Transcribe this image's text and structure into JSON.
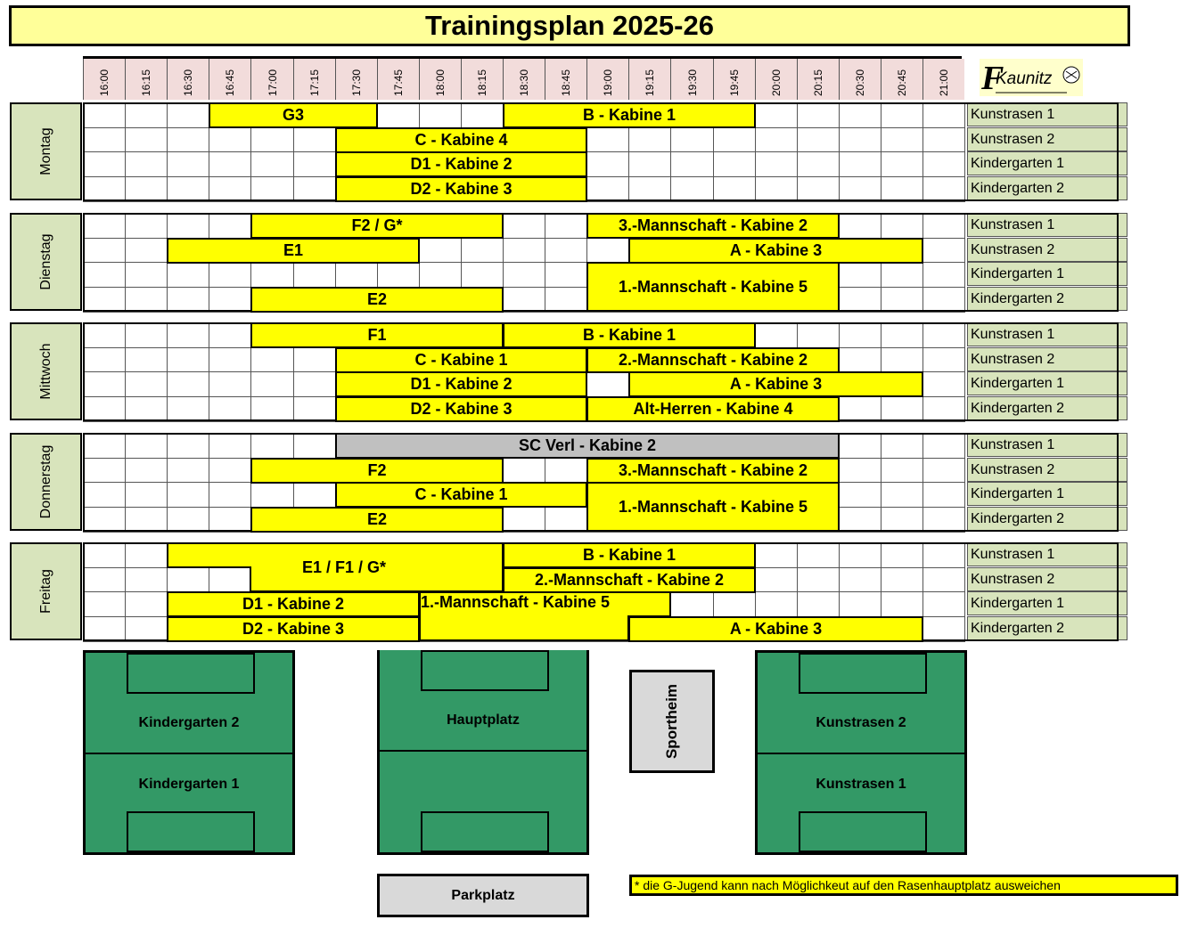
{
  "title": "Trainingsplan 2025-26",
  "times": [
    "16:00",
    "16:15",
    "16:30",
    "16:45",
    "17:00",
    "17:15",
    "17:30",
    "17:45",
    "18:00",
    "18:15",
    "18:30",
    "18:45",
    "19:00",
    "19:15",
    "19:30",
    "19:45",
    "20:00",
    "20:15",
    "20:30",
    "20:45",
    "21:00"
  ],
  "logo": {
    "text": "Kaunitz",
    "initial": "F"
  },
  "days": [
    {
      "name": "Montag",
      "fields": [
        "Kunstrasen 1",
        "Kunstrasen 2",
        "Kindergarten 1",
        "Kindergarten 2"
      ],
      "sessions": [
        {
          "label": "G3",
          "row": 0,
          "rows": 1,
          "start": 3,
          "end": 7
        },
        {
          "label": "B - Kabine 1",
          "row": 0,
          "rows": 1,
          "start": 10,
          "end": 16
        },
        {
          "label": "C - Kabine 4",
          "row": 1,
          "rows": 1,
          "start": 6,
          "end": 12
        },
        {
          "label": "D1 - Kabine 2",
          "row": 2,
          "rows": 1,
          "start": 6,
          "end": 12
        },
        {
          "label": "D2 - Kabine 3",
          "row": 3,
          "rows": 1,
          "start": 6,
          "end": 12
        }
      ]
    },
    {
      "name": "Dienstag",
      "fields": [
        "Kunstrasen 1",
        "Kunstrasen 2",
        "Kindergarten 1",
        "Kindergarten 2"
      ],
      "sessions": [
        {
          "label": "F2 / G*",
          "row": 0,
          "rows": 1,
          "start": 4,
          "end": 10
        },
        {
          "label": "3.-Mannschaft - Kabine 2",
          "row": 0,
          "rows": 1,
          "start": 12,
          "end": 18
        },
        {
          "label": "E1",
          "row": 1,
          "rows": 1,
          "start": 2,
          "end": 8
        },
        {
          "label": "A - Kabine 3",
          "row": 1,
          "rows": 1,
          "start": 13,
          "end": 20
        },
        {
          "label": "1.-Mannschaft - Kabine 5",
          "row": 2,
          "rows": 2,
          "start": 12,
          "end": 18
        },
        {
          "label": "E2",
          "row": 3,
          "rows": 1,
          "start": 4,
          "end": 10
        }
      ]
    },
    {
      "name": "Mittwoch",
      "fields": [
        "Kunstrasen 1",
        "Kunstrasen 2",
        "Kindergarten 1",
        "Kindergarten 2"
      ],
      "sessions": [
        {
          "label": "F1",
          "row": 0,
          "rows": 1,
          "start": 4,
          "end": 10
        },
        {
          "label": "B - Kabine 1",
          "row": 0,
          "rows": 1,
          "start": 10,
          "end": 16
        },
        {
          "label": "C - Kabine 1",
          "row": 1,
          "rows": 1,
          "start": 6,
          "end": 12
        },
        {
          "label": "2.-Mannschaft - Kabine 2",
          "row": 1,
          "rows": 1,
          "start": 12,
          "end": 18
        },
        {
          "label": "D1 - Kabine 2",
          "row": 2,
          "rows": 1,
          "start": 6,
          "end": 12
        },
        {
          "label": "A - Kabine 3",
          "row": 2,
          "rows": 1,
          "start": 13,
          "end": 20
        },
        {
          "label": "D2 - Kabine 3",
          "row": 3,
          "rows": 1,
          "start": 6,
          "end": 12
        },
        {
          "label": "Alt-Herren - Kabine 4",
          "row": 3,
          "rows": 1,
          "start": 12,
          "end": 18
        }
      ]
    },
    {
      "name": "Donnerstag",
      "fields": [
        "Kunstrasen 1",
        "Kunstrasen 2",
        "Kindergarten 1",
        "Kindergarten 2"
      ],
      "sessions": [
        {
          "label": "SC Verl - Kabine 2",
          "row": 0,
          "rows": 1,
          "start": 6,
          "end": 18,
          "grey": true
        },
        {
          "label": "F2",
          "row": 1,
          "rows": 1,
          "start": 4,
          "end": 10
        },
        {
          "label": "3.-Mannschaft - Kabine 2",
          "row": 1,
          "rows": 1,
          "start": 12,
          "end": 18
        },
        {
          "label": "C - Kabine 1",
          "row": 2,
          "rows": 1,
          "start": 6,
          "end": 12
        },
        {
          "label": "1.-Mannschaft - Kabine 5",
          "row": 2,
          "rows": 2,
          "start": 12,
          "end": 18
        },
        {
          "label": "E2",
          "row": 3,
          "rows": 1,
          "start": 4,
          "end": 10
        }
      ]
    },
    {
      "name": "Freitag",
      "fields": [
        "Kunstrasen 1",
        "Kunstrasen 2",
        "Kindergarten 1",
        "Kindergarten 2"
      ],
      "sessions": [
        {
          "label": "B - Kabine 1",
          "row": 0,
          "rows": 1,
          "start": 10,
          "end": 16
        },
        {
          "label": "2.-Mannschaft - Kabine 2",
          "row": 1,
          "rows": 1,
          "start": 10,
          "end": 16
        },
        {
          "label": "D1 - Kabine 2",
          "row": 2,
          "rows": 1,
          "start": 2,
          "end": 8
        },
        {
          "label": "D2 - Kabine 3",
          "row": 3,
          "rows": 1,
          "start": 2,
          "end": 8
        },
        {
          "label": "A - Kabine 3",
          "row": 3,
          "rows": 1,
          "start": 13,
          "end": 20
        }
      ]
    }
  ],
  "freitag_special": {
    "e1f1g": "E1 / F1 / G*",
    "erste": "1.-Mannschaft - Kabine 5"
  },
  "map": {
    "left_top": "Kindergarten 2",
    "left_bottom": "Kindergarten 1",
    "center": "Hauptplatz",
    "clubhouse": "Sportheim",
    "right_top": "Kunstrasen 2",
    "right_bottom": "Kunstrasen 1",
    "parking": "Parkplatz"
  },
  "footnote": "* die G-Jugend kann nach Möglichkeut auf den Rasenhauptplatz ausweichen",
  "colors": {
    "session": "#ffff00",
    "title_bg": "#ffff99",
    "field_bg": "#d8e4bc",
    "time_bg": "#f2dcdb",
    "pitch": "#339966",
    "grey": "#c0c0c0"
  }
}
